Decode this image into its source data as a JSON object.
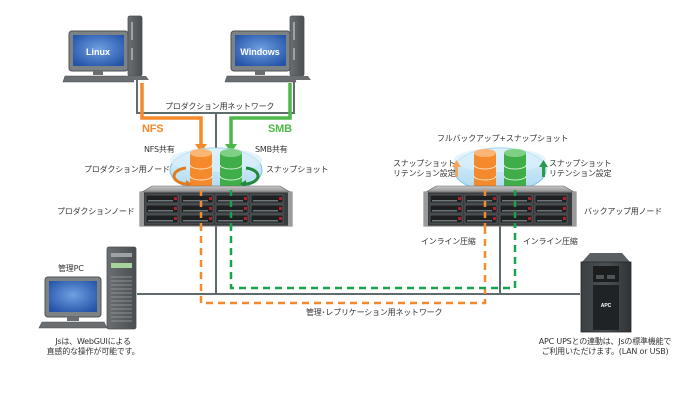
{
  "clients": {
    "linux": {
      "screen_label": "Linux"
    },
    "windows": {
      "screen_label": "Windows"
    }
  },
  "networks": {
    "production": "プロダクション用ネットワーク",
    "management_replication": "管理･レプリケーション用ネットワーク"
  },
  "protocols": {
    "nfs": "NFS",
    "smb": "SMB"
  },
  "production_node": {
    "nfs_share": "NFS共有",
    "smb_share": "SMB共有",
    "volume_label": "プロダクション用ノード",
    "snapshot_label": "スナップショット",
    "node_label": "プロダクションノード"
  },
  "backup_node": {
    "title": "フルバックアップ+スナップショット",
    "left_retention": [
      "スナップショット",
      "リテンション設定"
    ],
    "right_retention": [
      "スナップショット",
      "リテンション設定"
    ],
    "node_label": "バックアップ用ノード",
    "inline_left": "インライン圧縮",
    "inline_right": "インライン圧縮"
  },
  "management_pc": {
    "label": "管理PC",
    "caption": [
      "Jsは、WebGUIによる",
      "直感的な操作が可能です。"
    ]
  },
  "ups": {
    "brand": "APC",
    "caption": [
      "APC UPSとの連動は、Jsの標準機能で",
      "ご利用いただけます。(LAN or USB)"
    ]
  },
  "colors": {
    "nfs": "#f58a2c",
    "smb": "#4db848",
    "smb_dashed": "#17a34a",
    "network_line": "#5f6b6d",
    "screen": "#2f63b8",
    "cylinder_disc": "#bfe3f5"
  }
}
